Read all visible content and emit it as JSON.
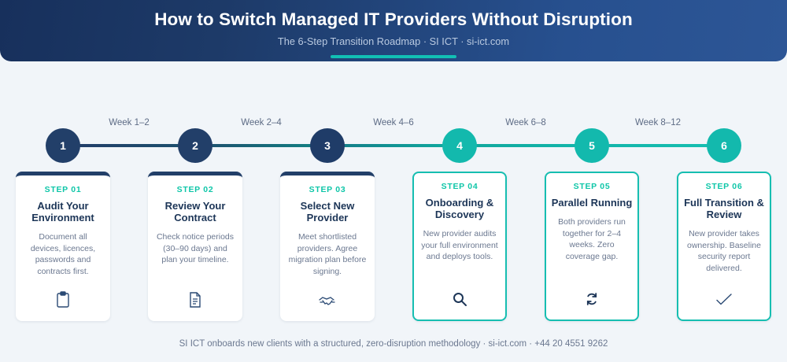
{
  "header": {
    "title": "How to Switch Managed IT Providers Without Disruption",
    "subtitle": "The 6-Step Transition Roadmap · SI ICT · si-ict.com",
    "accent_color": "#12c0b4",
    "gradient_from": "#17305c",
    "gradient_to": "#2d5696"
  },
  "timeline": {
    "nodes": [
      {
        "number": "1",
        "color": "#223f69",
        "tone": "navy"
      },
      {
        "number": "2",
        "color": "#223f69",
        "tone": "navy"
      },
      {
        "number": "3",
        "color": "#1f3c68",
        "tone": "navy"
      },
      {
        "number": "4",
        "color": "#13b9ad",
        "tone": "teal"
      },
      {
        "number": "5",
        "color": "#13b9ad",
        "tone": "teal"
      },
      {
        "number": "6",
        "color": "#13b9ad",
        "tone": "teal"
      }
    ],
    "week_labels": [
      "Week 1–2",
      "Week 2–4",
      "Week 4–6",
      "Week 6–8",
      "Week 8–12"
    ]
  },
  "steps": [
    {
      "step_label": "STEP 01",
      "title": "Audit Your Environment",
      "body": "Document all devices, licences, passwords and contracts first.",
      "icon": "clipboard-icon",
      "accent": "navy"
    },
    {
      "step_label": "STEP 02",
      "title": "Review Your Contract",
      "body": "Check notice periods (30–90 days) and plan your timeline.",
      "icon": "contract-document-icon",
      "accent": "navy"
    },
    {
      "step_label": "STEP 03",
      "title": "Select New Provider",
      "body": "Meet shortlisted providers. Agree migration plan before signing.",
      "icon": "handshake-icon",
      "accent": "navy"
    },
    {
      "step_label": "STEP 04",
      "title": "Onboarding & Discovery",
      "body": "New provider audits your full environment and deploys tools.",
      "icon": "magnifying-glass-icon",
      "accent": "teal"
    },
    {
      "step_label": "STEP 05",
      "title": "Parallel Running",
      "body": "Both providers run together for 2–4 weeks. Zero coverage gap.",
      "icon": "refresh-arrows-icon",
      "accent": "teal"
    },
    {
      "step_label": "STEP 06",
      "title": "Full Transition & Review",
      "body": "New provider takes ownership. Baseline security report delivered.",
      "icon": "checkmark-icon",
      "accent": "teal"
    }
  ],
  "footer": {
    "text": "SI ICT onboards new clients with a structured, zero-disruption methodology · si-ict.com · +44 20 4551 9262"
  },
  "theme": {
    "page_background": "#f1f5f9",
    "card_background": "#ffffff",
    "navy": "#1c3557",
    "teal": "#0ec6a8",
    "body_text": "#6b7890",
    "muted_text": "#5d6b85"
  }
}
